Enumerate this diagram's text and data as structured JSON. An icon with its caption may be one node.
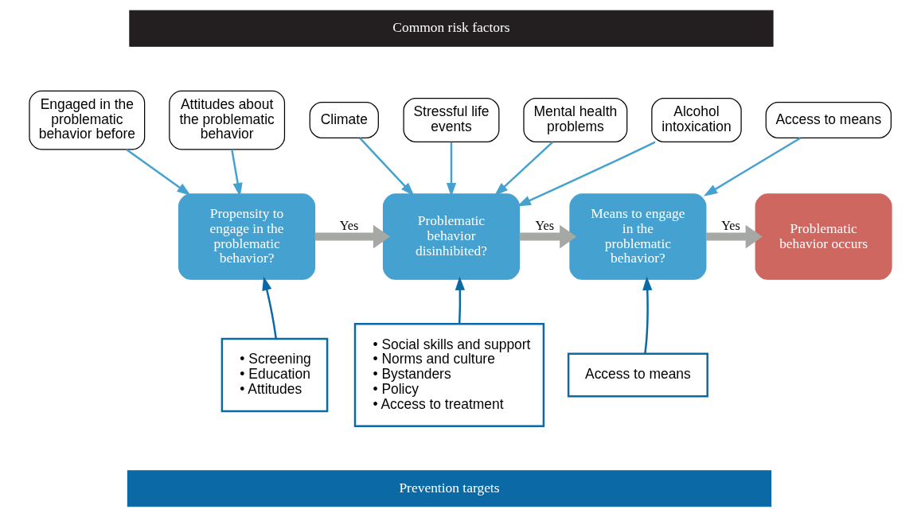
{
  "diagram": {
    "nodes": [
      {
        "text": [
          "Common risk factors"
        ]
      },
      {
        "text": [
          "Engaged in the problematic behavior before"
        ]
      },
      {
        "text": [
          "Attitudes about the problematic behavior"
        ]
      },
      {
        "text": [
          "Climate"
        ]
      },
      {
        "text": [
          "Stressful life events"
        ]
      },
      {
        "text": [
          "Mental health problems"
        ]
      },
      {
        "text": [
          "Alcohol intoxication"
        ]
      },
      {
        "text": [
          "Access to means"
        ]
      },
      {
        "text": [
          "Propensity to engage in the problematic behavior?"
        ]
      },
      {
        "text": [
          "Problematic behavior disinhibited?"
        ]
      },
      {
        "text": [
          "Means to engage in the problematic behavior?"
        ]
      },
      {
        "text": [
          "Problematic behavior occurs"
        ]
      },
      {
        "text": [
          "• Screening",
          "• Education",
          "• Attitudes"
        ]
      },
      {
        "text": [
          "• Social skills and support",
          "• Norms and culture",
          "• Bystanders",
          "• Policy",
          "• Access to treatment"
        ]
      },
      {
        "text": [
          "Access to means"
        ]
      },
      {
        "text": [
          "Prevention targets"
        ]
      }
    ],
    "edges": [
      {
        "from": 1,
        "to": 8,
        "arrow": "to"
      },
      {
        "from": 2,
        "to": 8,
        "arrow": "to"
      },
      {
        "from": 3,
        "to": 9,
        "arrow": "to"
      },
      {
        "from": 4,
        "to": 9,
        "arrow": "to"
      },
      {
        "from": 5,
        "to": 9,
        "arrow": "to"
      },
      {
        "from": 6,
        "to": 9,
        "arrow": "to"
      },
      {
        "from": 7,
        "to": 10,
        "arrow": "to"
      },
      {
        "from": 8,
        "to": 9,
        "arrow": "to",
        "label": "Yes",
        "style": "thick",
        "color": "#a6a8a4"
      },
      {
        "from": 9,
        "to": 10,
        "arrow": "to",
        "label": "Yes",
        "style": "thick",
        "color": "#a6a8a4"
      },
      {
        "from": 10,
        "to": 11,
        "arrow": "to",
        "label": "Yes",
        "style": "thick",
        "color": "#a6a8a4"
      },
      {
        "from": 12,
        "to": 8,
        "arrow": "to",
        "color": "#0b6aa6"
      },
      {
        "from": 13,
        "to": 9,
        "arrow": "to",
        "color": "#0b6aa6"
      },
      {
        "from": 14,
        "to": 10,
        "arrow": "to",
        "color": "#0b6aa6"
      }
    ]
  }
}
